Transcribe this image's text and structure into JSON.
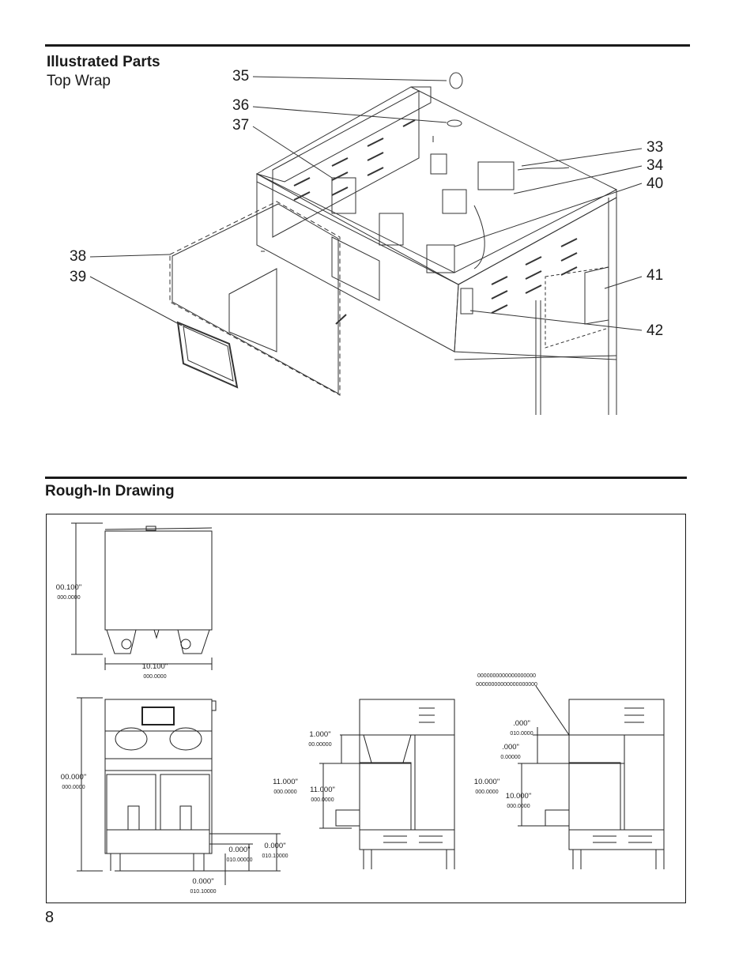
{
  "section1": {
    "title": "Illustrated Parts",
    "subtitle": "Top Wrap"
  },
  "callouts": [
    "35",
    "36",
    "37",
    "33",
    "34",
    "40",
    "38",
    "39",
    "41",
    "42"
  ],
  "section2": {
    "title": "Rough-In Drawing"
  },
  "dimensions": {
    "height_front": "00.100\"",
    "height_front_mm": "000.0000",
    "width_top": "10.100\"",
    "width_top_mm": "000.0000",
    "height_main": "00.000\"",
    "height_main_mm": "000.0000",
    "d1": "0.000\"",
    "d1_mm": "010.00000",
    "d2": "0.000\"",
    "d2_mm": "010.10000",
    "d3": "0.000\"",
    "d3_mm": "010.10000",
    "side_top": "1.000\"",
    "side_top_mm": "00.00000",
    "side_h1": "11.000\"",
    "side_h1_mm": "000.0000",
    "side_h2": "11.000\"",
    "side_h2_mm": "000.0000",
    "r_small": ".000\"",
    "r_small_mm": "010.0000",
    "r_tiny": ".000\"",
    "r_tiny_mm": "0.00000",
    "r_h1": "10.000\"",
    "r_h1_mm": "000.0000",
    "r_h2": "10.000\"",
    "r_h2_mm": "000.0000",
    "r_note1": "0000000000000000000",
    "r_note2": "00000000000000000000"
  },
  "page_number": "8"
}
